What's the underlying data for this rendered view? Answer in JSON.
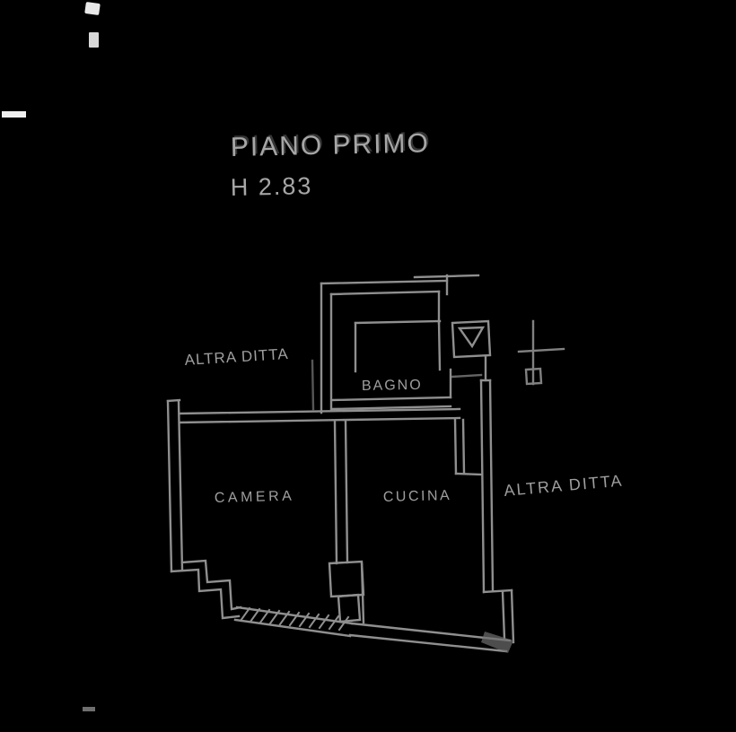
{
  "plan": {
    "title": "PIANO PRIMO",
    "height_label": "H 2.83",
    "rooms": [
      {
        "id": "bagno",
        "label": "BAGNO"
      },
      {
        "id": "camera",
        "label": "CAMERA"
      },
      {
        "id": "cucina",
        "label": "CUCINA"
      }
    ],
    "neighbors": [
      {
        "id": "left",
        "label": "ALTRA DITTA"
      },
      {
        "id": "right",
        "label": "ALTRA DITTA"
      }
    ],
    "colors": {
      "background": "#000000",
      "wall_line": "#8f8f8f",
      "label_text": "#9e9e9e",
      "scan_artifact": "#ededed"
    }
  }
}
